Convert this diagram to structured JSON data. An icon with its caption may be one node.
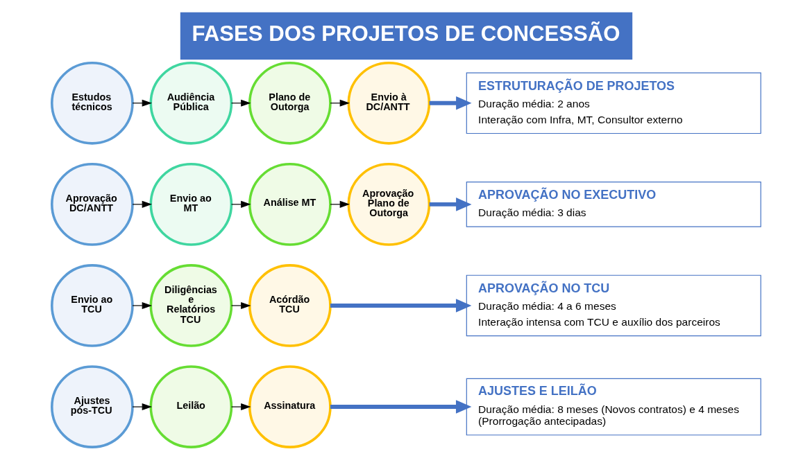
{
  "diagram": {
    "title": "FASES DOS PROJETOS DE CONCESSÃO",
    "nodes": [
      {
        "text": [
          "Estudos técnicos"
        ]
      },
      {
        "text": [
          "Audiência Pública"
        ]
      },
      {
        "text": [
          "Plano de Outorga"
        ]
      },
      {
        "text": [
          "Envio à DC/ANTT"
        ]
      },
      {
        "text": [
          "ESTRUTURAÇÃO DE PROJETOS",
          "Duração média: 2 anos",
          "Interação com Infra, MT, Consultor externo"
        ]
      },
      {
        "text": [
          "Aprovação DC/ANTT"
        ]
      },
      {
        "text": [
          "Envio ao MT"
        ]
      },
      {
        "text": [
          "Análise MT"
        ]
      },
      {
        "text": [
          "Aprovação Plano de Outorga"
        ]
      },
      {
        "text": [
          "APROVAÇÃO NO EXECUTIVO",
          "Duração média: 3 dias"
        ]
      },
      {
        "text": [
          "Envio ao TCU"
        ]
      },
      {
        "text": [
          "Diligências e Relatórios TCU"
        ]
      },
      {
        "text": [
          "Acórdão TCU"
        ]
      },
      {
        "text": [
          "APROVAÇÃO NO TCU",
          "Duração média: 4 a 6 meses",
          "Interação intensa com TCU e auxílio dos parceiros"
        ]
      },
      {
        "text": [
          "Ajustes pós-TCU"
        ]
      },
      {
        "text": [
          "Leilão"
        ]
      },
      {
        "text": [
          "Assinatura"
        ]
      },
      {
        "text": [
          "AJUSTES E LEILÃO",
          "Duração média: 8 meses (Novos contratos) e 4 meses (Prorrogação antecipadas)"
        ]
      }
    ],
    "edges": [
      {
        "from": 0,
        "to": 1,
        "arrow": "to"
      },
      {
        "from": 1,
        "to": 2,
        "arrow": "to"
      },
      {
        "from": 2,
        "to": 3,
        "arrow": "to"
      },
      {
        "from": 3,
        "to": 4,
        "arrow": "to",
        "style": "thick",
        "color": "#4472c4"
      },
      {
        "from": 5,
        "to": 6,
        "arrow": "to"
      },
      {
        "from": 6,
        "to": 7,
        "arrow": "to"
      },
      {
        "from": 7,
        "to": 8,
        "arrow": "to"
      },
      {
        "from": 8,
        "to": 9,
        "arrow": "to",
        "style": "thick",
        "color": "#4472c4"
      },
      {
        "from": 10,
        "to": 11,
        "arrow": "to"
      },
      {
        "from": 11,
        "to": 12,
        "arrow": "to"
      },
      {
        "from": 12,
        "to": 13,
        "arrow": "to",
        "style": "thick",
        "color": "#4472c4"
      },
      {
        "from": 14,
        "to": 15,
        "arrow": "to"
      },
      {
        "from": 15,
        "to": 16,
        "arrow": "to"
      },
      {
        "from": 16,
        "to": 17,
        "arrow": "to",
        "style": "thick",
        "color": "#4472c4"
      }
    ]
  }
}
